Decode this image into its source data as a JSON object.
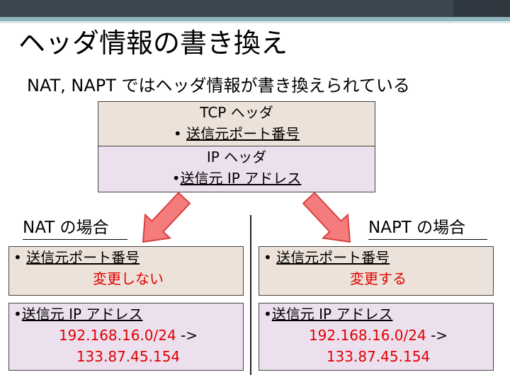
{
  "slide": {
    "title": "ヘッダ情報の書き換え",
    "subtitle": "NAT, NAPT ではヘッダ情報が書き換えられている"
  },
  "header_box": {
    "tcp_title": "TCP ヘッダ",
    "tcp_bullet": "• ",
    "tcp_item": "送信元ポート番号",
    "ip_title": "IP ヘッダ",
    "ip_bullet": "•",
    "ip_item": "送信元 IP アドレス"
  },
  "nat": {
    "label": "NAT の場合",
    "port_bullet": "• ",
    "port_item": "送信元ポート番号",
    "port_result": "変更しない",
    "ip_bullet": "•",
    "ip_item": "送信元 IP アドレス",
    "ip_from": "192.168.16.0/24",
    "ip_arrow": " ->",
    "ip_to": "133.87.45.154"
  },
  "napt": {
    "label": "NAPT の場合",
    "port_bullet": "• ",
    "port_item": "送信元ポート番号",
    "port_result": "変更する",
    "ip_bullet": "•",
    "ip_item": "送信元 IP アドレス",
    "ip_from": "192.168.16.0/24",
    "ip_arrow": " ->",
    "ip_to": "133.87.45.154"
  },
  "colors": {
    "arrow_fill": "#f47c7c",
    "arrow_stroke": "#d94040",
    "emphasis_red": "#e00000",
    "tcp_bg": "#ede2d9",
    "ip_bg": "#ece0ee"
  }
}
